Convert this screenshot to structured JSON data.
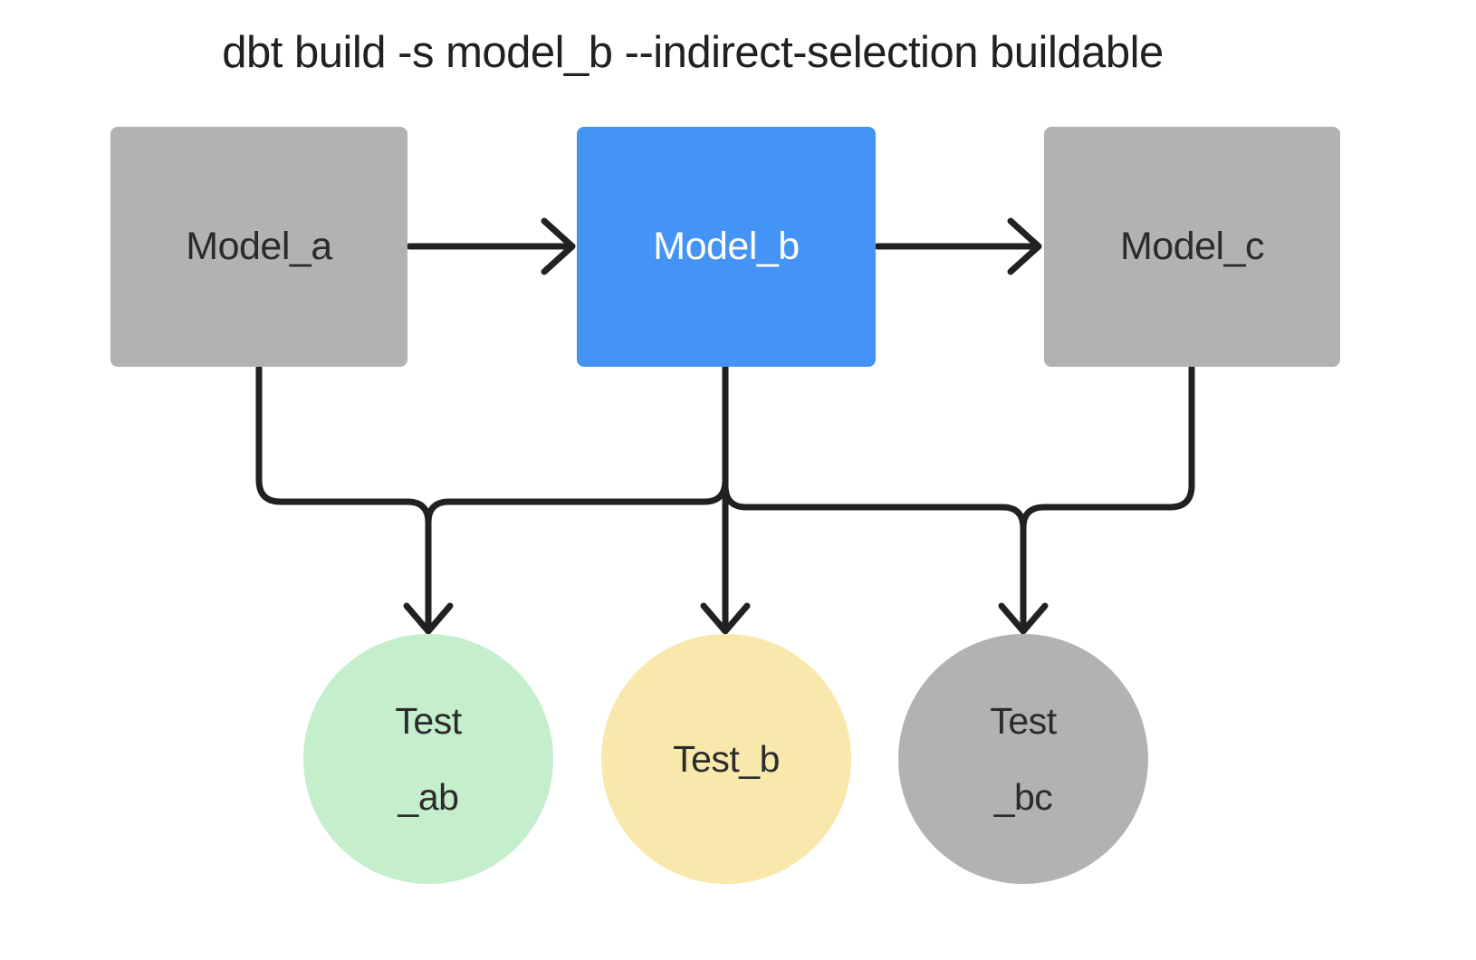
{
  "title": "dbt build -s model_b --indirect-selection buildable",
  "edge_color": "#212121",
  "nodes": {
    "model_a": {
      "label": "Model_a",
      "type": "model",
      "fill": "#b2b2b2",
      "text": "#2b2b2b",
      "highlighted": false
    },
    "model_b": {
      "label": "Model_b",
      "type": "model",
      "fill": "#4394f4",
      "text": "#ffffff",
      "highlighted": true
    },
    "model_c": {
      "label": "Model_c",
      "type": "model",
      "fill": "#b2b2b2",
      "text": "#2b2b2b",
      "highlighted": false
    },
    "test_ab": {
      "lines": [
        "Test",
        "_ab"
      ],
      "type": "test",
      "fill": "#c5eecd",
      "text": "#2b2b2b"
    },
    "test_b": {
      "lines": [
        "Test_b"
      ],
      "type": "test",
      "fill": "#f9e8ab",
      "text": "#2b2b2b"
    },
    "test_bc": {
      "lines": [
        "Test",
        "_bc"
      ],
      "type": "test",
      "fill": "#b2b2b2",
      "text": "#2b2b2b"
    }
  },
  "edges": [
    {
      "from": "model_a",
      "to": "model_b"
    },
    {
      "from": "model_b",
      "to": "model_c"
    },
    {
      "from": "model_a",
      "to": "test_ab"
    },
    {
      "from": "model_b",
      "to": "test_ab"
    },
    {
      "from": "model_b",
      "to": "test_b"
    },
    {
      "from": "model_b",
      "to": "test_bc"
    },
    {
      "from": "model_c",
      "to": "test_bc"
    }
  ]
}
